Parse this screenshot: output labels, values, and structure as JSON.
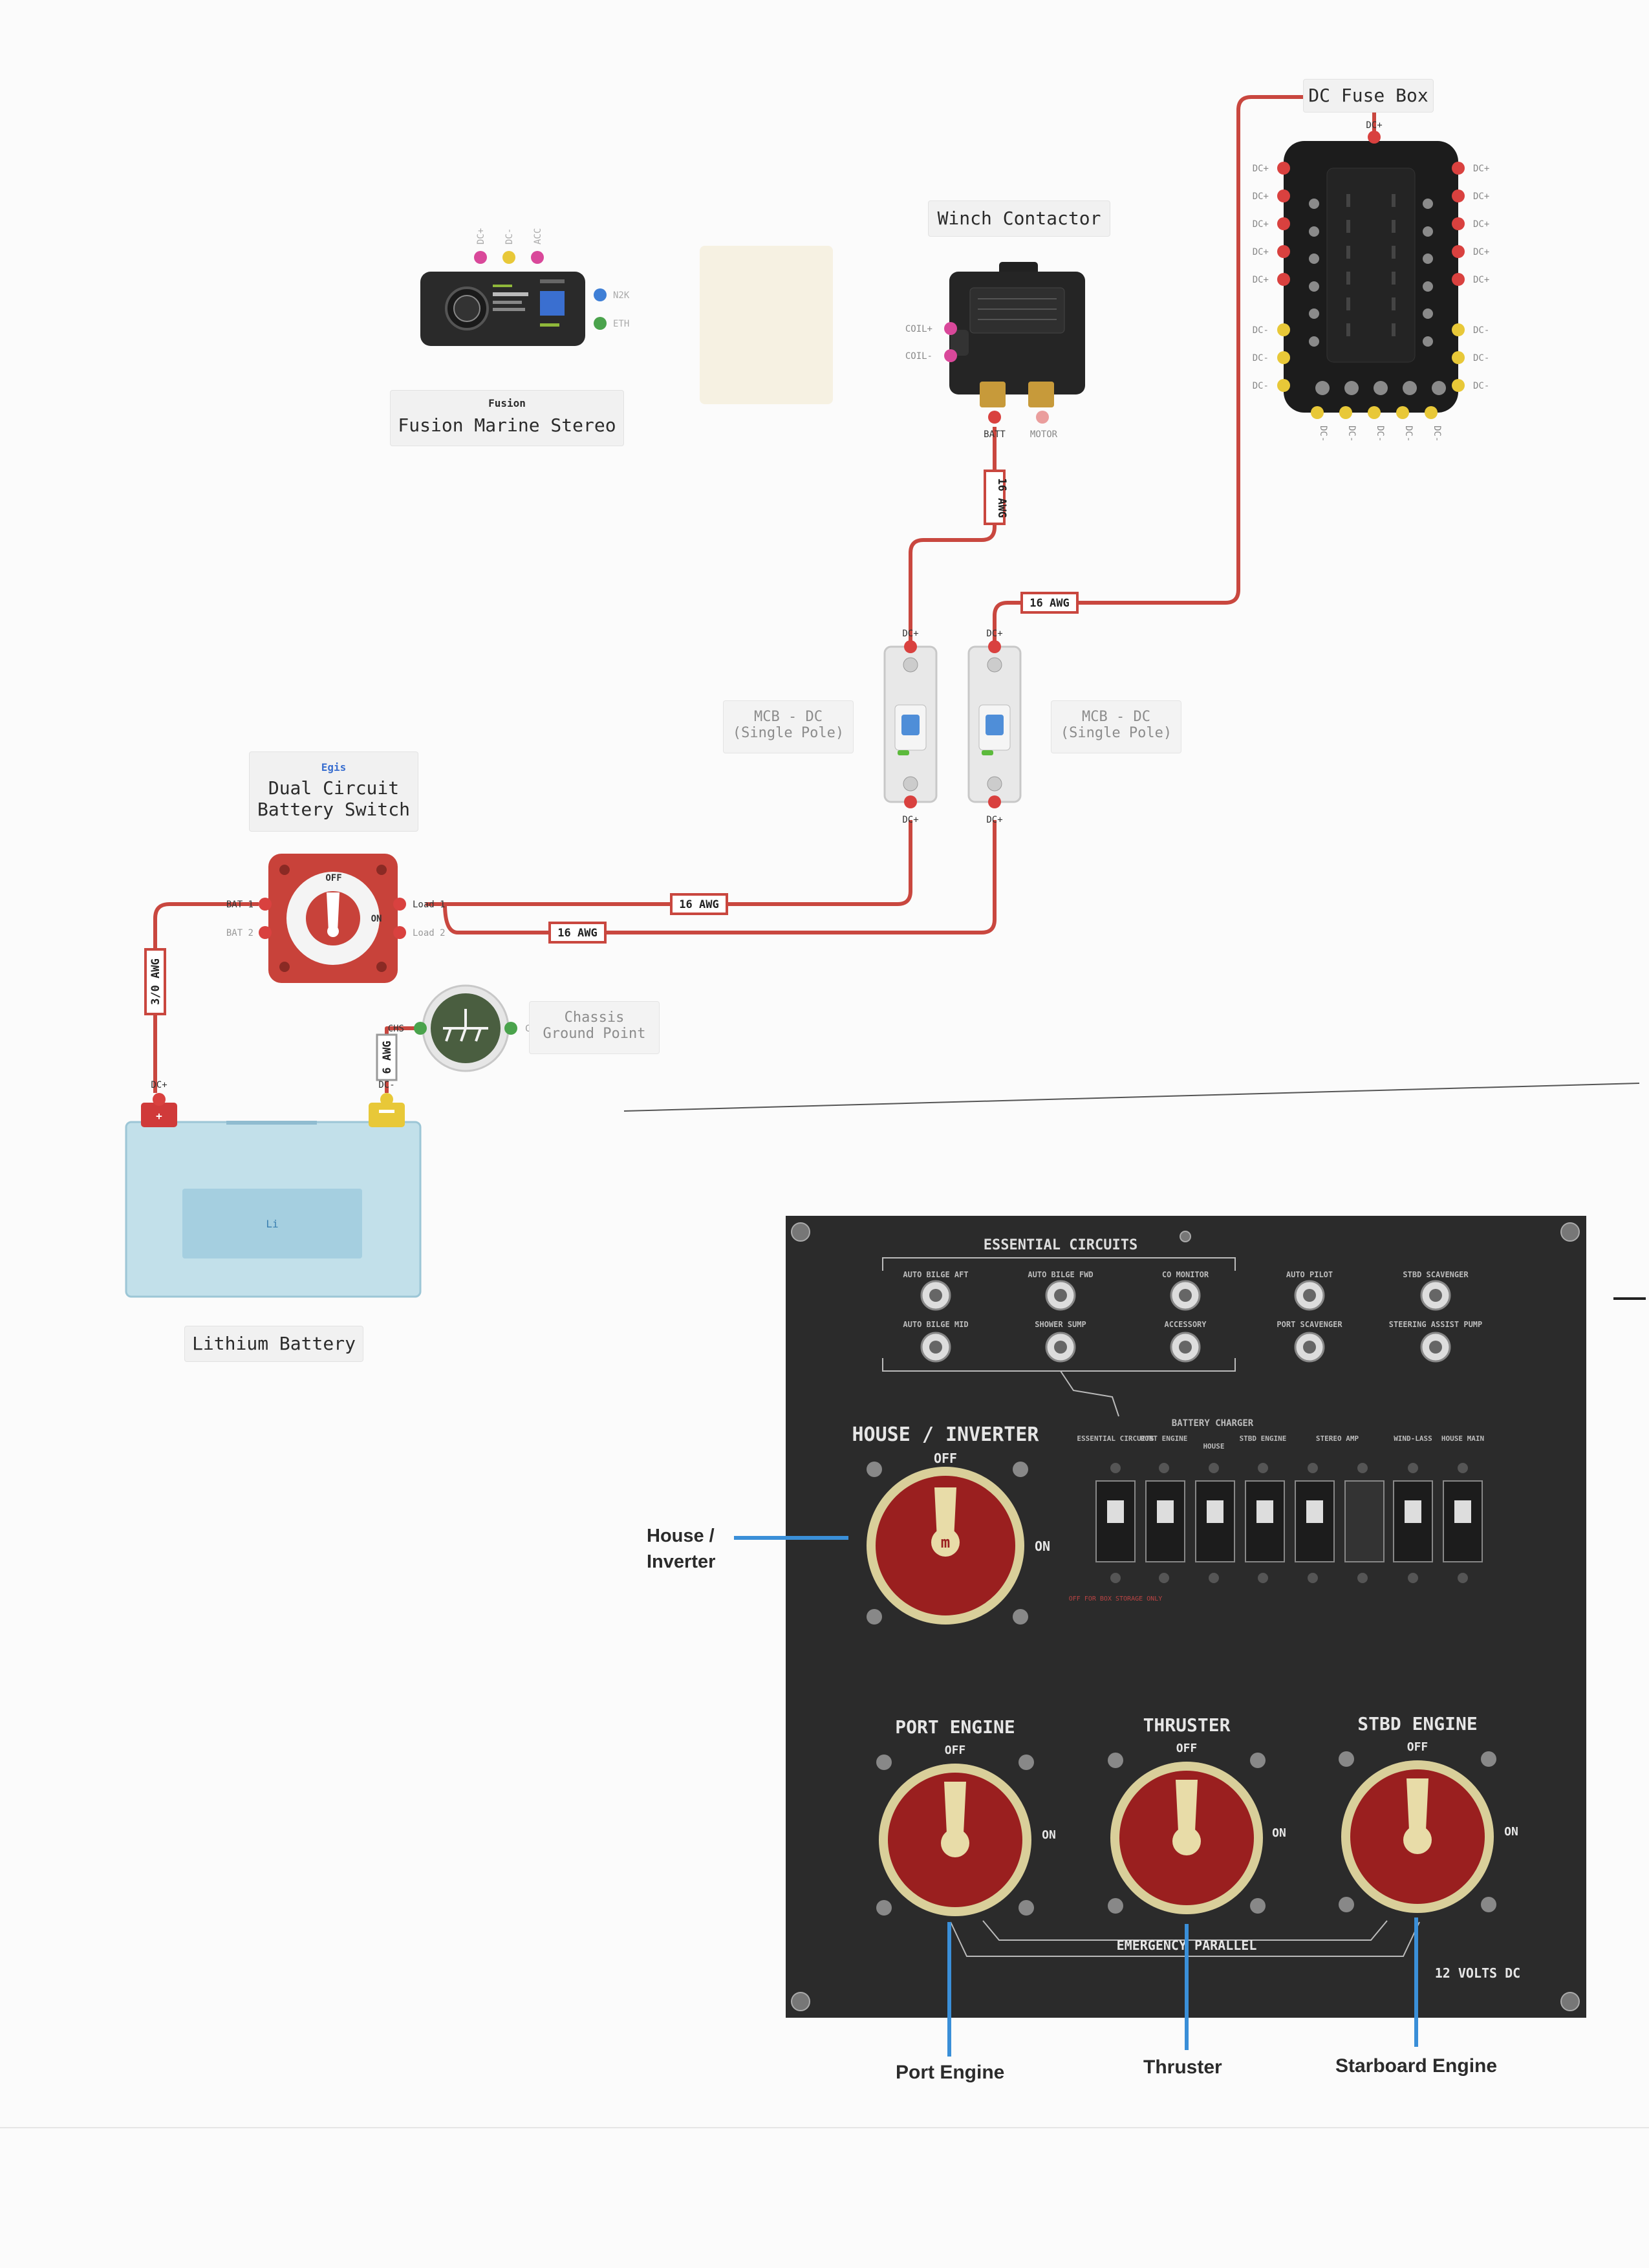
{
  "stereo": {
    "brand": "Fusion",
    "title": "Fusion Marine Stereo",
    "pins_top": [
      "DC+",
      "DC-",
      "ACC"
    ],
    "pins_right": [
      "N2K",
      "ETH"
    ]
  },
  "winch": {
    "title": "Winch Contactor",
    "pins_left": [
      "COIL+",
      "COIL-"
    ],
    "pins_bottom": [
      "BATT",
      "MOTOR"
    ]
  },
  "fuse_box": {
    "title": "DC Fuse Box",
    "top_pin": "DC+",
    "right_pos": [
      "DC+",
      "DC+",
      "DC+",
      "DC+",
      "DC+"
    ],
    "right_neg": [
      "DC-",
      "DC-",
      "DC-"
    ],
    "left_pos": [
      "DC+",
      "DC+",
      "DC+",
      "DC+",
      "DC+"
    ],
    "left_neg": [
      "DC-",
      "DC-",
      "DC-"
    ],
    "bottom": [
      "DC-",
      "DC-",
      "DC-",
      "DC-",
      "DC-"
    ]
  },
  "mcb_left": {
    "label_line1": "MCB - DC",
    "label_line2": "(Single Pole)",
    "top_pin": "DC+",
    "bottom_pin": "DC+"
  },
  "mcb_right": {
    "label_line1": "MCB - DC",
    "label_line2": "(Single Pole)",
    "top_pin": "DC+",
    "bottom_pin": "DC+"
  },
  "battery_switch": {
    "brand": "Egis",
    "title_line1": "Dual Circuit",
    "title_line2": "Battery Switch",
    "off": "OFF",
    "on": "ON",
    "bat1": "BAT 1",
    "bat2": "BAT 2",
    "load1": "Load 1",
    "load2": "Load 2"
  },
  "chassis": {
    "title_line1": "Chassis",
    "title_line2": "Ground Point",
    "pin_left": "CHS",
    "pin_right": "CH"
  },
  "battery": {
    "title": "Lithium Battery",
    "chem": "Li",
    "pos_pin": "DC+",
    "neg_pin": "DC-",
    "pos_mark": "+"
  },
  "wires": {
    "winch_mcb": "16 AWG",
    "fuse_mcb": "16 AWG",
    "load1_mcb": "16 AWG",
    "load2_mcb": "16 AWG",
    "battery_switch": "3/0 AWG",
    "battery_chassis": "6 AWG"
  },
  "panel_photo": {
    "essential_title": "ESSENTIAL CIRCUITS",
    "essential_row1": [
      "AUTO BILGE AFT",
      "AUTO BILGE FWD",
      "CO MONITOR",
      "AUTO PILOT",
      "STBD SCAVENGER"
    ],
    "essential_row2": [
      "AUTO BILGE MID",
      "SHOWER SUMP",
      "ACCESSORY",
      "PORT SCAVENGER",
      "STEERING ASSIST PUMP"
    ],
    "house_title": "HOUSE / INVERTER",
    "charger_title": "BATTERY CHARGER",
    "charger_cols": [
      "ESSENTIAL CIRCUITS",
      "PORT ENGINE",
      "HOUSE",
      "STBD ENGINE",
      "STEREO AMP",
      "WIND-LASS",
      "HOUSE MAIN"
    ],
    "off_note": "OFF FOR BOX STORAGE ONLY",
    "port_title": "PORT ENGINE",
    "thruster_title": "THRUSTER",
    "stbd_title": "STBD ENGINE",
    "off": "OFF",
    "on": "ON",
    "emergency": "EMERGENCY PARALLEL",
    "volts": "12 VOLTS DC",
    "caption_house_line1": "House /",
    "caption_house_line2": "Inverter",
    "caption_port": "Port Engine",
    "caption_thruster": "Thruster",
    "caption_stbd": "Starboard Engine"
  },
  "colors": {
    "wire_red": "#c9473f",
    "pin_red": "#d9413f",
    "pin_yellow": "#e8c838",
    "pin_green": "#4aa34c",
    "pin_blue": "#3f7fd6",
    "pin_pink": "#d9489a",
    "panel_bg": "#2b2b2b",
    "switch_red": "#a52a2a",
    "callout_blue": "#3a8fd8"
  }
}
